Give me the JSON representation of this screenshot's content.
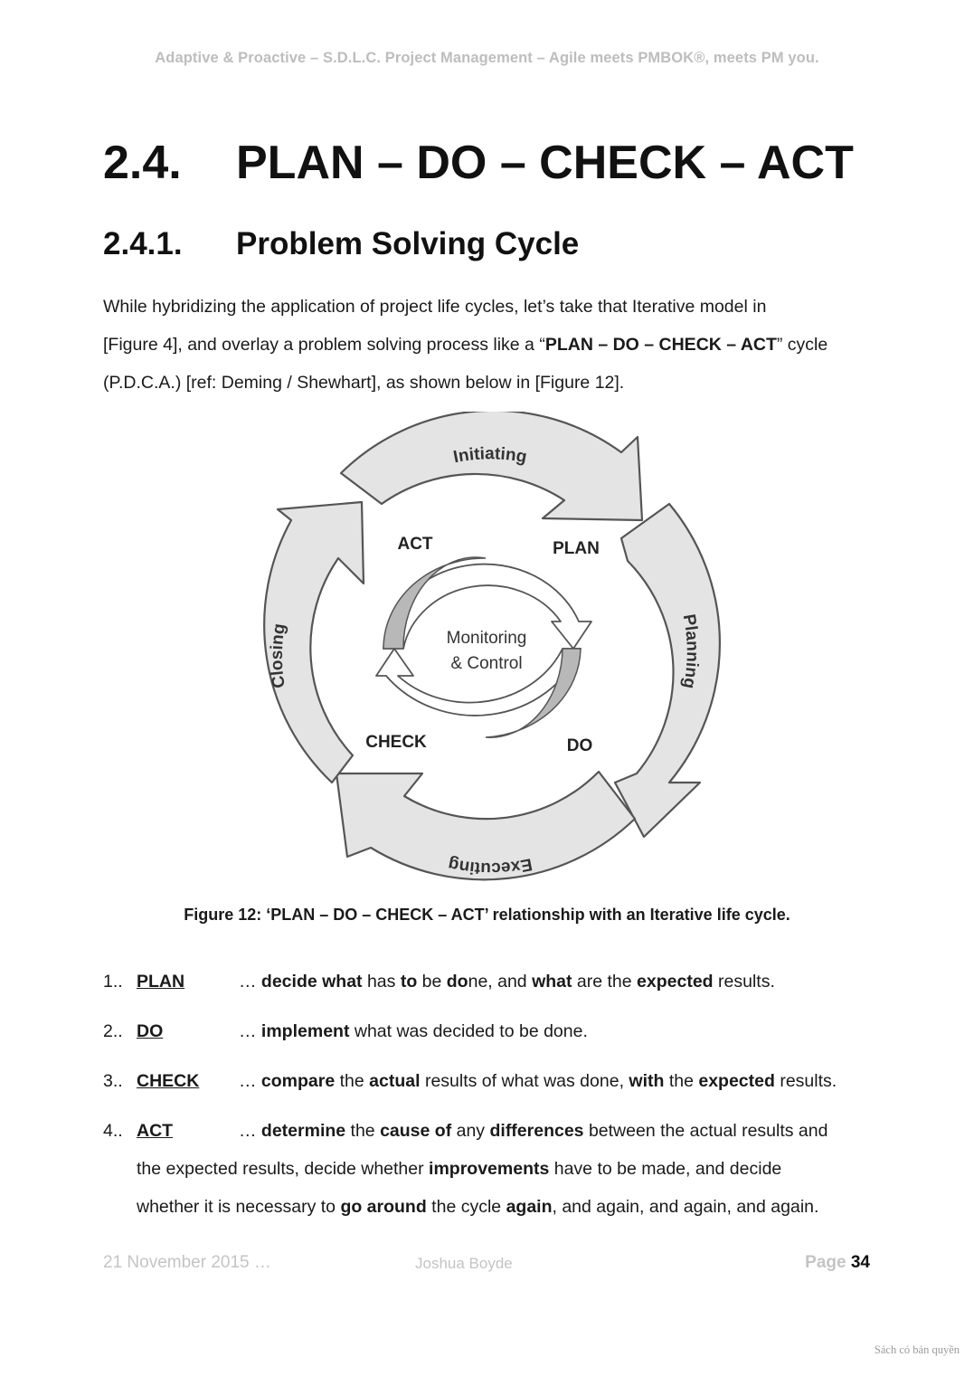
{
  "header": {
    "running_title": "Adaptive & Proactive – S.D.L.C. Project Management – Agile meets PMBOK®, meets PM you."
  },
  "heading1": {
    "number": "2.4.",
    "title": "PLAN – DO – CHECK – ACT"
  },
  "heading2": {
    "number": "2.4.1.",
    "title": "Problem Solving Cycle"
  },
  "intro": {
    "line1": "While hybridizing the application of project life cycles, let’s take that Iterative model in",
    "line2_a": "[Figure 4], and overlay a problem solving process like a “",
    "line2_b": "PLAN – DO – CHECK – ACT",
    "line2_c": "” cycle",
    "line3": "(P.D.C.A.) [ref: Deming / Shewhart], as shown below in [Figure 12]."
  },
  "figure": {
    "outer_labels": {
      "top": "Initiating",
      "right": "Planning",
      "bottom": "Executing",
      "left": "Closing"
    },
    "inner_labels": {
      "top_left": "ACT",
      "top_right": "PLAN",
      "bottom_left": "CHECK",
      "bottom_right": "DO"
    },
    "center_line1": "Monitoring",
    "center_line2": "& Control",
    "caption": "Figure 12: ‘PLAN – DO – CHECK – ACT’ relationship with an Iterative life cycle.",
    "colors": {
      "arrow_fill": "#e4e4e4",
      "arrow_stroke": "#555555",
      "inner_dark": "#b8b8b8"
    }
  },
  "list": [
    {
      "number": "1..",
      "term": "PLAN",
      "desc": [
        {
          "t": "… ",
          "b": false
        },
        {
          "t": "decide what",
          "b": true
        },
        {
          "t": " has ",
          "b": false
        },
        {
          "t": "to",
          "b": true
        },
        {
          "t": " be ",
          "b": false
        },
        {
          "t": "do",
          "b": true
        },
        {
          "t": "ne, and ",
          "b": false
        },
        {
          "t": "what",
          "b": true
        },
        {
          "t": " are the ",
          "b": false
        },
        {
          "t": "expected",
          "b": true
        },
        {
          "t": " results.",
          "b": false
        }
      ]
    },
    {
      "number": "2..",
      "term": "DO",
      "desc": [
        {
          "t": "… ",
          "b": false
        },
        {
          "t": "implement",
          "b": true
        },
        {
          "t": " what was decided to be done.",
          "b": false
        }
      ]
    },
    {
      "number": "3..",
      "term": "CHECK",
      "desc": [
        {
          "t": "… ",
          "b": false
        },
        {
          "t": "compare",
          "b": true
        },
        {
          "t": " the ",
          "b": false
        },
        {
          "t": "actual",
          "b": true
        },
        {
          "t": " results of what was done, ",
          "b": false
        },
        {
          "t": "with",
          "b": true
        },
        {
          "t": " the ",
          "b": false
        },
        {
          "t": "expected",
          "b": true
        },
        {
          "t": " results.",
          "b": false
        }
      ]
    },
    {
      "number": "4..",
      "term": "ACT",
      "desc": [
        {
          "t": "… ",
          "b": false
        },
        {
          "t": "determine",
          "b": true
        },
        {
          "t": " the ",
          "b": false
        },
        {
          "t": "cause of",
          "b": true
        },
        {
          "t": " any ",
          "b": false
        },
        {
          "t": "differences",
          "b": true
        },
        {
          "t": " between the actual results and",
          "b": false
        }
      ],
      "continuation": [
        [
          {
            "t": "the expected results, decide whether ",
            "b": false
          },
          {
            "t": "improvements",
            "b": true
          },
          {
            "t": " have to be made, and decide",
            "b": false
          }
        ],
        [
          {
            "t": "whether it is necessary to ",
            "b": false
          },
          {
            "t": "go around",
            "b": true
          },
          {
            "t": " the cycle ",
            "b": false
          },
          {
            "t": "again",
            "b": true
          },
          {
            "t": ", and again, and again, and again.",
            "b": false
          }
        ]
      ]
    }
  ],
  "footer": {
    "date": "21 November 2015 …",
    "author": "Joshua Boyde",
    "page_label": "Page",
    "page_number": "34"
  },
  "watermark": "Sách có bản quyền"
}
